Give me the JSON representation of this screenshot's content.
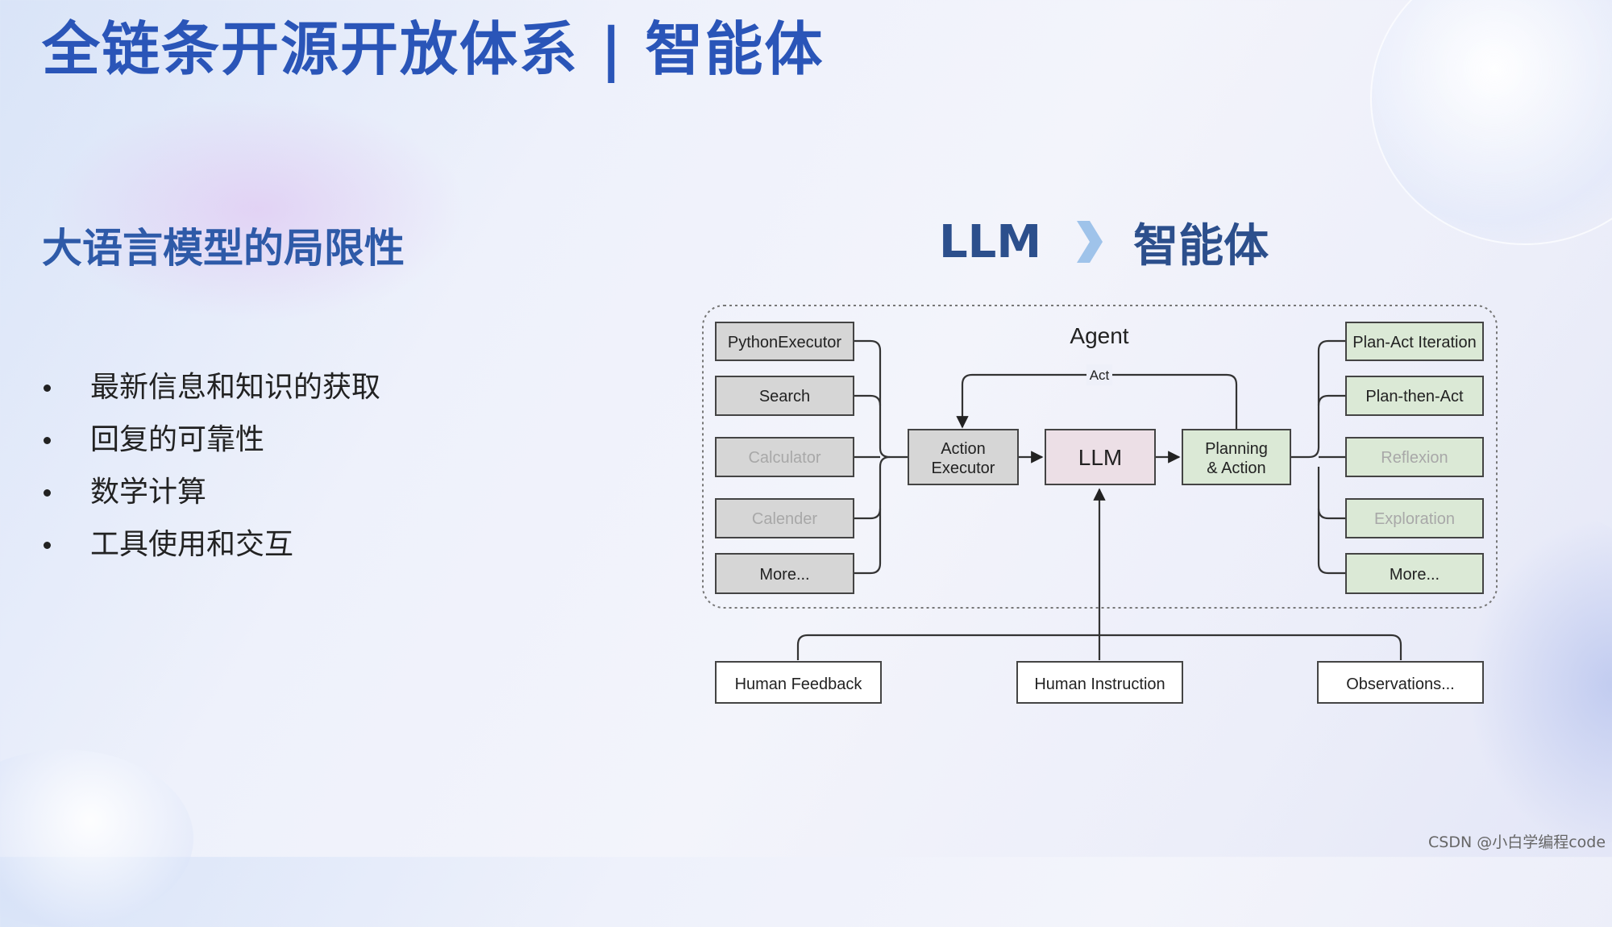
{
  "title": "全链条开源开放体系 | 智能体",
  "left": {
    "heading": "大语言模型的局限性",
    "bullets": [
      "最新信息和知识的获取",
      "回复的可靠性",
      "数学计算",
      "工具使用和交互"
    ]
  },
  "right": {
    "heading_left": "LLM",
    "heading_right": "智能体"
  },
  "diagram": {
    "agent_label": "Agent",
    "act_label": "Act",
    "tools": [
      "PythonExecutor",
      "Search",
      "Calculator",
      "Calender",
      "More..."
    ],
    "action_executor": [
      "Action",
      "Executor"
    ],
    "llm": "LLM",
    "planning": [
      "Planning",
      "& Action"
    ],
    "plans": [
      "Plan-Act Iteration",
      "Plan-then-Act",
      "Reflexion",
      "Exploration",
      "More..."
    ],
    "inputs": [
      "Human Feedback",
      "Human Instruction",
      "Observations..."
    ]
  },
  "colors": {
    "title": "#2a55b8",
    "heading": "#2e5aa8",
    "llm_fill": "#ecdfe6",
    "tool_fill": "#d6d6d6",
    "plan_fill": "#dbe9d6",
    "dimmed_text": "#a8a8a8"
  },
  "watermark": "CSDN @小白学编程code"
}
